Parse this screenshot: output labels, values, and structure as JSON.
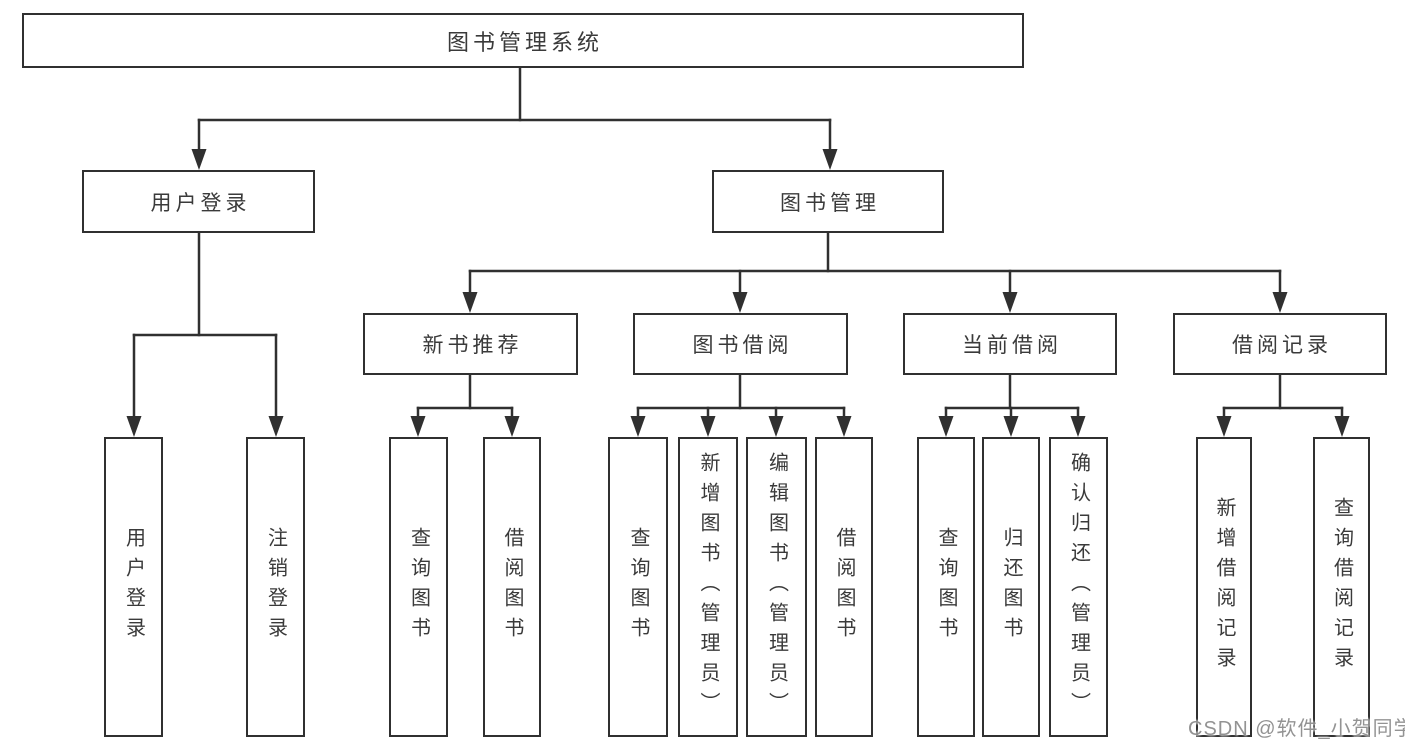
{
  "nodes": {
    "root": {
      "label": "图书管理系统"
    },
    "user_login": {
      "label": "用户登录"
    },
    "book_mgmt": {
      "label": "图书管理"
    },
    "new_book_rec": {
      "label": "新书推荐"
    },
    "book_borrow": {
      "label": "图书借阅"
    },
    "current_borrow": {
      "label": "当前借阅"
    },
    "borrow_record": {
      "label": "借阅记录"
    },
    "leaf_user_login": {
      "label": "用户登录"
    },
    "leaf_logout": {
      "label": "注销登录"
    },
    "leaf_nb_query": {
      "label": "查询图书"
    },
    "leaf_nb_borrow": {
      "label": "借阅图书"
    },
    "leaf_bb_query": {
      "label": "查询图书"
    },
    "leaf_bb_add": {
      "label": "新增图书（管理员）"
    },
    "leaf_bb_edit": {
      "label": "编辑图书（管理员）"
    },
    "leaf_bb_borrow": {
      "label": "借阅图书"
    },
    "leaf_cb_query": {
      "label": "查询图书"
    },
    "leaf_cb_return": {
      "label": "归还图书"
    },
    "leaf_cb_confirm": {
      "label": "确认归还（管理员）"
    },
    "leaf_br_add": {
      "label": "新增借阅记录"
    },
    "leaf_br_query": {
      "label": "查询借阅记录"
    }
  },
  "watermark": {
    "text": "CSDN @软件_小贺同学"
  },
  "colors": {
    "line": "#303030",
    "box_border": "#303030",
    "text": "#3a3a3a",
    "watermark_text": "#8a8a8a",
    "background": "#ffffff"
  }
}
